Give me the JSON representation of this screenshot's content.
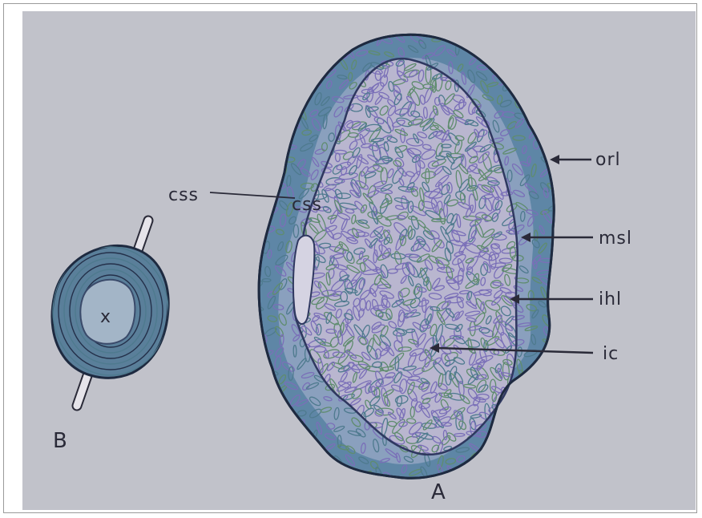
{
  "figure": {
    "labels": {
      "css_left": "css",
      "css_inner": "css",
      "orl": "orl",
      "msl": "msl",
      "ihl": "ihl",
      "ic": "ic",
      "panel_a": "A",
      "panel_b": "B",
      "b_center": "x"
    },
    "colors": {
      "paper": "#c4c5cb",
      "outline": "#24304a",
      "outer_layer": "#5e86a6",
      "middle_layer": "#8fa3c1",
      "core": "#b9b6cf",
      "cell_blue": "#4e7a8e",
      "cell_violet": "#7a6fb8",
      "cell_green": "#5f8c6e"
    }
  }
}
